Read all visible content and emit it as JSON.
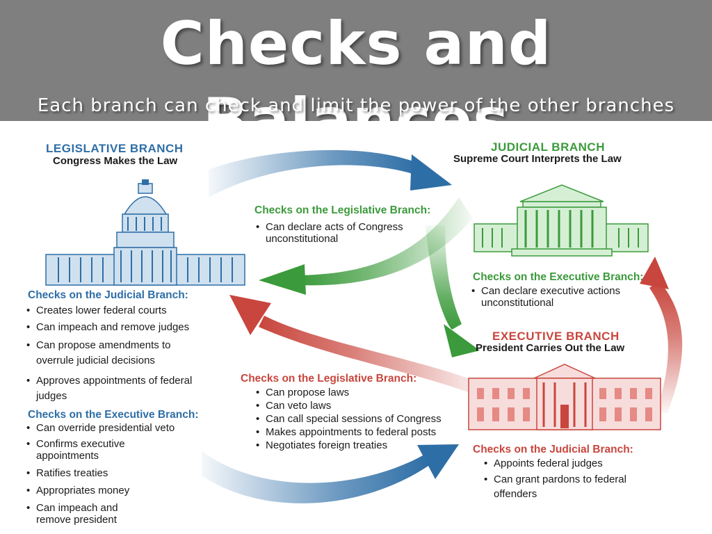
{
  "title": "Checks and Balances",
  "subtitle": "Each branch can check and limit the power of the other branches",
  "colors": {
    "header_bg": "#7f7f7f",
    "legislative": "#2e6ea6",
    "judicial": "#3b9a3b",
    "executive": "#c8463d"
  },
  "legislative": {
    "name": "LEGISLATIVE BRANCH",
    "role": "Congress Makes the Law",
    "icon": "capitol-building-icon",
    "checks_on_judicial": {
      "heading": "Checks on the Judicial Branch:",
      "items": [
        "Creates lower federal courts",
        "Can impeach and remove judges",
        "Can propose amendments to overrule judicial decisions",
        "Approves appointments of federal judges"
      ]
    },
    "checks_on_executive": {
      "heading": "Checks on the Executive Branch:",
      "items": [
        "Can override presidential veto",
        "Confirms executive appointments",
        "Ratifies treaties",
        "Appropriates money",
        "Can impeach and remove president"
      ]
    }
  },
  "judicial": {
    "name": "JUDICIAL BRANCH",
    "role": "Supreme Court Interprets the Law",
    "icon": "supreme-court-building-icon",
    "checks_on_legislative": {
      "heading": "Checks on the Legislative Branch:",
      "items": [
        "Can declare acts of Congress unconstitutional"
      ]
    },
    "checks_on_executive": {
      "heading": "Checks on the Executive Branch:",
      "items": [
        "Can declare executive actions unconstitutional"
      ]
    }
  },
  "executive": {
    "name": "EXECUTIVE BRANCH",
    "role": "President Carries Out the Law",
    "icon": "white-house-icon",
    "checks_on_legislative": {
      "heading": "Checks on the Legislative Branch:",
      "items": [
        "Can propose laws",
        "Can veto laws",
        "Can call special sessions of Congress",
        "Makes appointments to federal posts",
        "Negotiates foreign treaties"
      ]
    },
    "checks_on_judicial": {
      "heading": "Checks on the Judicial Branch:",
      "items": [
        "Appoints federal judges",
        "Can grant pardons to federal offenders"
      ]
    }
  }
}
